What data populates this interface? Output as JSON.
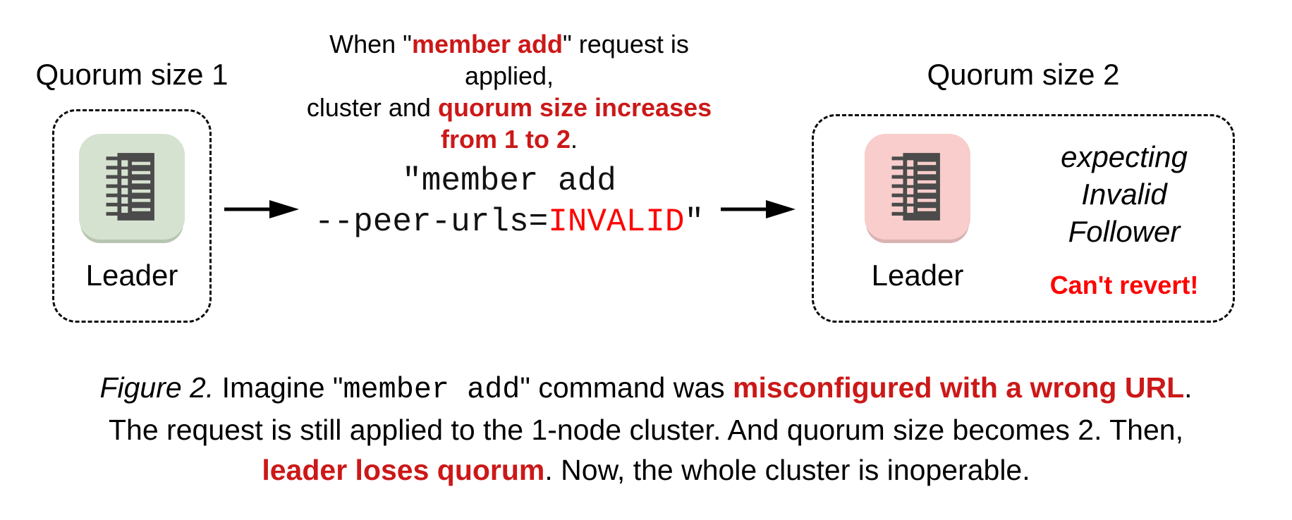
{
  "left_cluster": {
    "title": "Quorum size 1",
    "node_label": "Leader"
  },
  "right_cluster": {
    "title": "Quorum size 2",
    "node_label": "Leader",
    "expect_line1": "expecting",
    "expect_line2": "Invalid",
    "expect_line3": "Follower",
    "warning": "Can't revert!"
  },
  "top_note": {
    "l1a": "When \"",
    "l1b": "member add",
    "l1c": "\" request is applied,",
    "l2a": "cluster and ",
    "l2b": "quorum size increases",
    "l3a": "from 1 to 2",
    "l3b": "."
  },
  "command": {
    "line1": "\"member add",
    "l2a": "--peer-urls=",
    "l2b": "INVALID",
    "l2c": "\""
  },
  "caption": {
    "fig_label": "Figure 2.",
    "c1a": " Imagine \"",
    "c1mono": "member add",
    "c1b": "\" command was ",
    "c1red": "misconfigured with a wrong URL",
    "c1end": ".",
    "c2": "The request is still applied to the 1-node cluster. And quorum size becomes 2. Then,",
    "c3red": "leader loses quorum",
    "c3a": ". Now, the whole cluster is inoperable."
  },
  "colors": {
    "crimson_red": "#cc1818",
    "bright_red": "#ff0000",
    "node_green": "#d6e2d0",
    "node_pink": "#f8cdcb",
    "glyph_dark": "#4b4b4b"
  }
}
